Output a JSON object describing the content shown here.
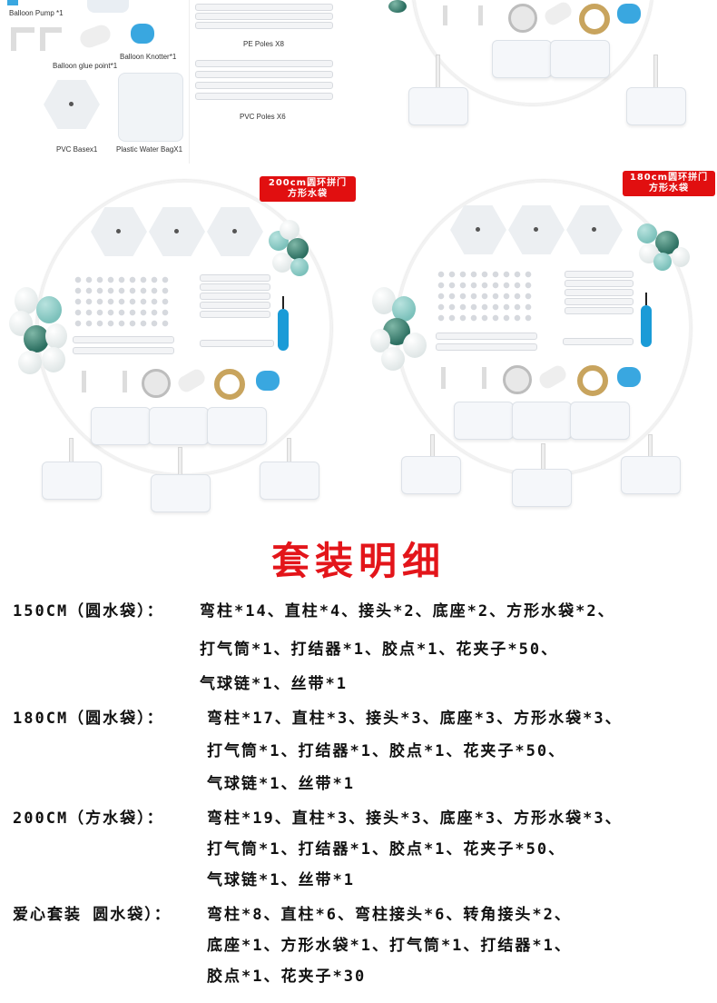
{
  "top_left": {
    "pump_label": "Balloon Pump *1",
    "knotter_label": "Balloon Knotter*1",
    "glue_label": "Balloon glue point*1",
    "base_label": "PVC Basex1",
    "bag_label": "Plastic Water BagX1",
    "pe_poles_label": "PE Poles X8",
    "pvc_poles_label": "PVC Poles X6"
  },
  "badges": {
    "left": [
      "200cm圆环拼门",
      "方形水袋"
    ],
    "right": [
      "180cm圆环拼门",
      "方形水袋"
    ]
  },
  "section_title": "套装明细",
  "kits": [
    {
      "name": "150CM（圆水袋）：",
      "lines": [
        "弯柱*14、直柱*4、接头*2、底座*2、方形水袋*2、",
        "打气筒*1、打结器*1、胶点*1、花夹子*50、",
        "气球链*1、丝带*1"
      ]
    },
    {
      "name": "180CM（圆水袋）：",
      "lines": [
        "弯柱*17、直柱*3、接头*3、底座*3、方形水袋*3、",
        "打气筒*1、打结器*1、胶点*1、花夹子*50、",
        "气球链*1、丝带*1"
      ]
    },
    {
      "name": "200CM（方水袋）：",
      "lines": [
        "弯柱*19、直柱*3、接头*3、底座*3、方形水袋*3、",
        "打气筒*1、打结器*1、胶点*1、花夹子*50、",
        "气球链*1、丝带*1"
      ]
    },
    {
      "name": "爱心套装 圆水袋）：",
      "lines": [
        "弯柱*8、直柱*6、弯柱接头*6、转角接头*2、",
        "底座*1、方形水袋*1、打气筒*1、打结器*1、",
        "胶点*1、花夹子*30"
      ]
    }
  ]
}
